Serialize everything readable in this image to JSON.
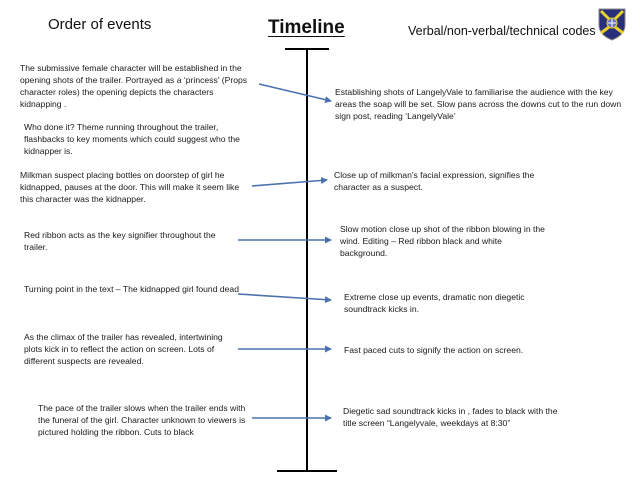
{
  "headers": {
    "left": "Order of events",
    "center": "Timeline",
    "right": "Verbal/non-verbal/technical codes"
  },
  "logo": {
    "icon": "school-crest-icon",
    "colors": {
      "shield": "#2a2f7a",
      "cross": "#e8d22a"
    }
  },
  "colors": {
    "arrow": "#4a72b0",
    "timeline": "#000000"
  },
  "events": [
    "The submissive female character will be established in the opening shots of the trailer. Portrayed as a ‘princess’ (Props character roles) the opening depicts the characters kidnapping .",
    "Who done it? Theme running throughout the trailer, flashbacks to key moments which could suggest who the kidnapper is.",
    "Milkman suspect placing bottles on doorstep of girl he kidnapped, pauses at the door. This will make it seem like this character was the kidnapper.",
    "Red ribbon acts as the key signifier throughout the trailer.",
    "Turning point in the text – The kidnapped girl  found dead",
    "As the climax of the trailer has revealed, intertwining plots kick in to reflect the action on screen. Lots of different suspects are revealed.",
    "The pace of the trailer slows when the trailer ends with the funeral of the girl. Character unknown to viewers is pictured holding the ribbon. Cuts to black"
  ],
  "codes": [
    "Establishing shots of LangelyVale to familiarise the audience with the key areas the soap will be set. Slow pans across the downs cut to the run down sign post, reading ‘LangelyVale’",
    "Close up of milkman's facial expression,  signifies the character as a suspect.",
    "Slow motion close up shot of the ribbon blowing in the wind. Editing – Red ribbon black and white background.",
    "Extreme close up events, dramatic non diegetic soundtrack kicks in.",
    "Fast paced cuts to signify the action on screen.",
    "Diegetic sad soundtrack kicks in , fades to black with the title screen “Langelyvale, weekdays at 8:30”"
  ]
}
